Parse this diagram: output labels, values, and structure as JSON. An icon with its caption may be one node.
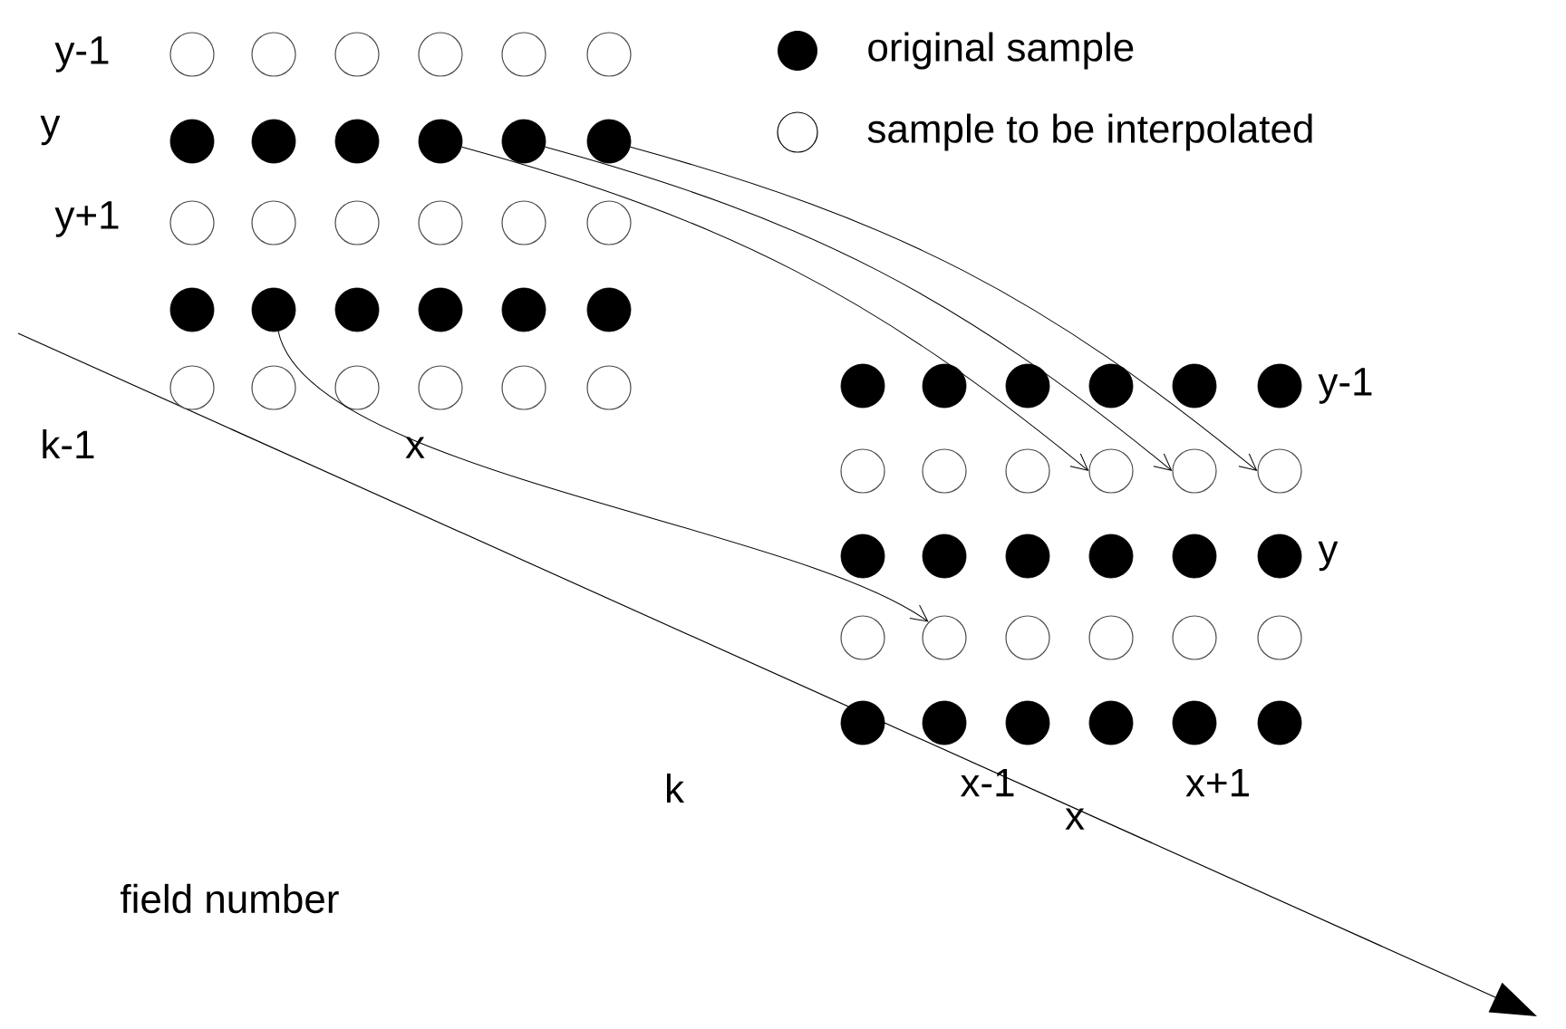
{
  "diagram": {
    "nodes": [
      {
        "text": [],
        "shape": "circle"
      },
      {
        "text": [],
        "shape": "circle"
      },
      {
        "text": [],
        "shape": "circle"
      },
      {
        "text": [],
        "shape": "circle"
      },
      {
        "text": [],
        "shape": "circle"
      },
      {
        "text": [],
        "shape": "circle"
      },
      {
        "text": [],
        "shape": "circle"
      },
      {
        "text": [],
        "shape": "circle"
      },
      {
        "text": [],
        "shape": "circle"
      },
      {
        "text": [],
        "shape": "circle"
      },
      {
        "text": [],
        "shape": "circle"
      },
      {
        "text": [],
        "shape": "circle"
      },
      {
        "text": [],
        "shape": "circle"
      },
      {
        "text": [],
        "shape": "circle"
      },
      {
        "text": [],
        "shape": "circle"
      },
      {
        "text": [],
        "shape": "circle"
      },
      {
        "text": [],
        "shape": "circle"
      },
      {
        "text": [],
        "shape": "circle"
      },
      {
        "text": [],
        "shape": "circle"
      },
      {
        "text": [],
        "shape": "circle"
      },
      {
        "text": [],
        "shape": "circle"
      },
      {
        "text": [],
        "shape": "circle"
      },
      {
        "text": [],
        "shape": "circle"
      },
      {
        "text": [],
        "shape": "circle"
      },
      {
        "text": [],
        "shape": "circle"
      },
      {
        "text": [],
        "shape": "circle"
      },
      {
        "text": [],
        "shape": "circle"
      },
      {
        "text": [],
        "shape": "circle"
      },
      {
        "text": [],
        "shape": "circle"
      },
      {
        "text": [],
        "shape": "circle"
      },
      {
        "text": [],
        "shape": "circle"
      },
      {
        "text": [],
        "shape": "circle"
      },
      {
        "text": [],
        "shape": "circle"
      },
      {
        "text": [],
        "shape": "circle"
      },
      {
        "text": [],
        "shape": "circle"
      },
      {
        "text": [],
        "shape": "circle"
      },
      {
        "text": [],
        "shape": "circle"
      },
      {
        "text": [],
        "shape": "circle"
      },
      {
        "text": [],
        "shape": "circle"
      },
      {
        "text": [],
        "shape": "circle"
      },
      {
        "text": [],
        "shape": "circle"
      },
      {
        "text": [],
        "shape": "circle"
      },
      {
        "text": [],
        "shape": "circle"
      },
      {
        "text": [],
        "shape": "circle"
      },
      {
        "text": [],
        "shape": "circle"
      },
      {
        "text": [],
        "shape": "circle"
      },
      {
        "text": [],
        "shape": "circle"
      },
      {
        "text": [],
        "shape": "circle"
      },
      {
        "text": [],
        "shape": "circle"
      },
      {
        "text": [],
        "shape": "circle"
      },
      {
        "text": [],
        "shape": "circle"
      },
      {
        "text": [],
        "shape": "circle"
      },
      {
        "text": [],
        "shape": "circle"
      },
      {
        "text": [],
        "shape": "circle"
      },
      {
        "text": [],
        "shape": "circle"
      },
      {
        "text": [],
        "shape": "circle"
      },
      {
        "text": [],
        "shape": "circle"
      },
      {
        "text": [],
        "shape": "circle"
      },
      {
        "text": [],
        "shape": "circle"
      },
      {
        "text": [],
        "shape": "circle"
      }
    ],
    "edges": [
      {
        "from": 9,
        "to": 39,
        "arrow": "to"
      },
      {
        "from": 10,
        "to": 40,
        "arrow": "to"
      },
      {
        "from": 11,
        "to": 41,
        "arrow": "to"
      },
      {
        "from": 19,
        "to": 49,
        "arrow": "to"
      }
    ],
    "labels": [
      "y-1",
      "y",
      "y+1",
      "k-1",
      "x",
      "y-1",
      "y",
      "k",
      "x-1",
      "x+1",
      "x",
      "field number"
    ],
    "legend": [
      {
        "text": "original sample"
      },
      {
        "text": "sample to be interpolated"
      }
    ]
  }
}
